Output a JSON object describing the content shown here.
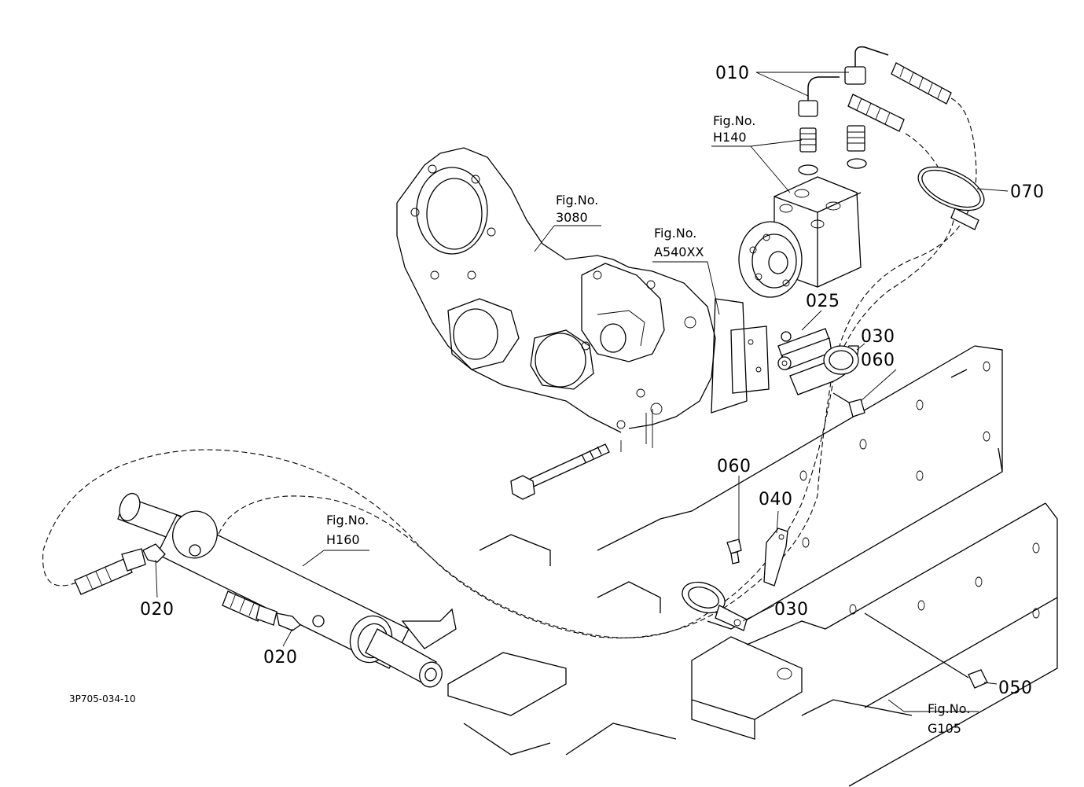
{
  "diagram_code": "3P705-034-10",
  "callouts": {
    "p010": "010",
    "p020a": "020",
    "p020b": "020",
    "p025": "025",
    "p030a": "030",
    "p030b": "030",
    "p040": "040",
    "p050": "050",
    "p060a": "060",
    "p060b": "060",
    "p070": "070"
  },
  "fig_refs": {
    "h140": {
      "prefix": "Fig.No.",
      "number": "H140"
    },
    "f3080": {
      "prefix": "Fig.No.",
      "number": "3080"
    },
    "a540xx": {
      "prefix": "Fig.No.",
      "number": "A540XX"
    },
    "h160": {
      "prefix": "Fig.No.",
      "number": "H160"
    },
    "g105": {
      "prefix": "Fig.No.",
      "number": "G105"
    }
  }
}
